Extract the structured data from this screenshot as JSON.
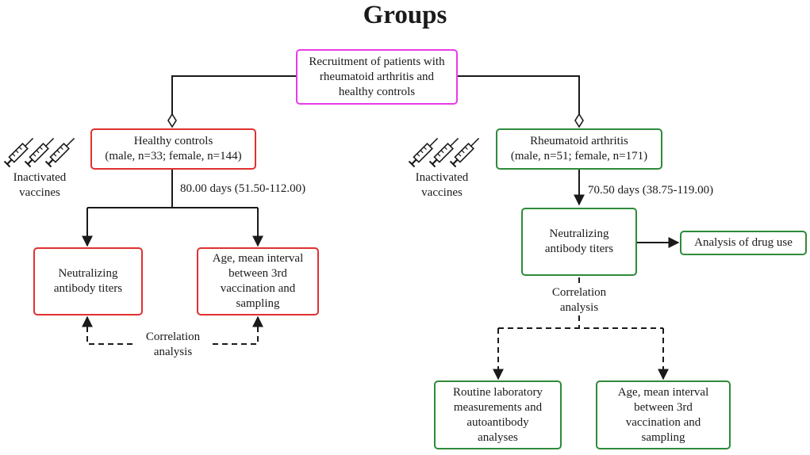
{
  "title": "Groups",
  "boxes": {
    "recruitment": "Recruitment of patients with\nrheumatoid arthritis and\nhealthy controls",
    "healthy": "Healthy controls\n(male, n=33; female, n=144)",
    "ra": "Rheumatoid arthritis\n(male, n=51; female, n=171)",
    "hc_titers": "Neutralizing\nantibody titers",
    "hc_age": "Age, mean interval\nbetween 3rd\nvaccination and\nsampling",
    "ra_titers": "Neutralizing\nantibody titers",
    "drug": "Analysis of drug use",
    "lab": "Routine laboratory\nmeasurements and\nautoantibody\nanalyses",
    "ra_age": "Age, mean interval\nbetween 3rd\nvaccination and\nsampling"
  },
  "labels": {
    "hc_interval": "80.00  days (51.50-112.00)",
    "ra_interval": "70.50  days (38.75-119.00)",
    "hc_correlation": "Correlation\nanalysis",
    "ra_correlation": "Correlation\nanalysis",
    "hc_vaccines": "Inactivated\nvaccines",
    "ra_vaccines": "Inactivated\nvaccines"
  },
  "colors": {
    "magenta": "#e83be8",
    "red": "#e03030",
    "green": "#2e8b3a",
    "line": "#1a1a1a"
  },
  "icons": [
    "syringe-icon",
    "syringe-icon",
    "syringe-icon"
  ]
}
